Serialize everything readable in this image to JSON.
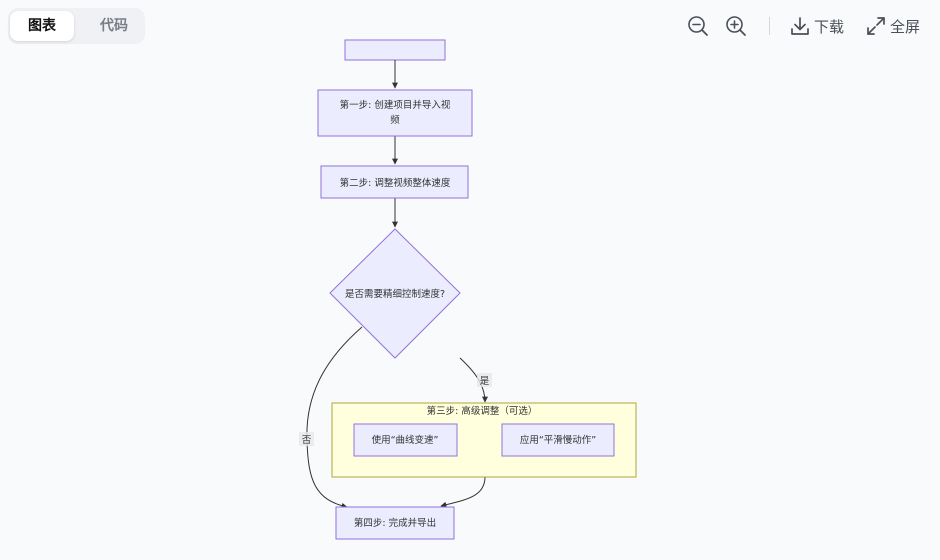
{
  "tabs": [
    {
      "label": "图表",
      "active": true
    },
    {
      "label": "代码",
      "active": false
    }
  ],
  "toolbar": {
    "zoom_out_icon": "zoom-out-icon",
    "zoom_in_icon": "zoom-in-icon",
    "download_label": "下载",
    "fullscreen_label": "全屏"
  },
  "flowchart": {
    "nodes": {
      "step1_line1": "第一步: 创建项目并导入视",
      "step1_line2": "频",
      "step2": "第二步: 调整视频整体速度",
      "decision": "是否需要精细控制速度?",
      "subgraph_title": "第三步: 高级调整（可选）",
      "curve": "使用“曲线变速”",
      "slowmo": "应用“平滑慢动作”",
      "step4": "第四步: 完成并导出"
    },
    "edge_labels": {
      "yes": "是",
      "no": "否"
    }
  },
  "colors": {
    "node_fill": "#ececff",
    "node_stroke": "#9370db",
    "subgraph_fill": "#ffffde",
    "subgraph_stroke": "#aaaa33",
    "edge": "#333333"
  }
}
